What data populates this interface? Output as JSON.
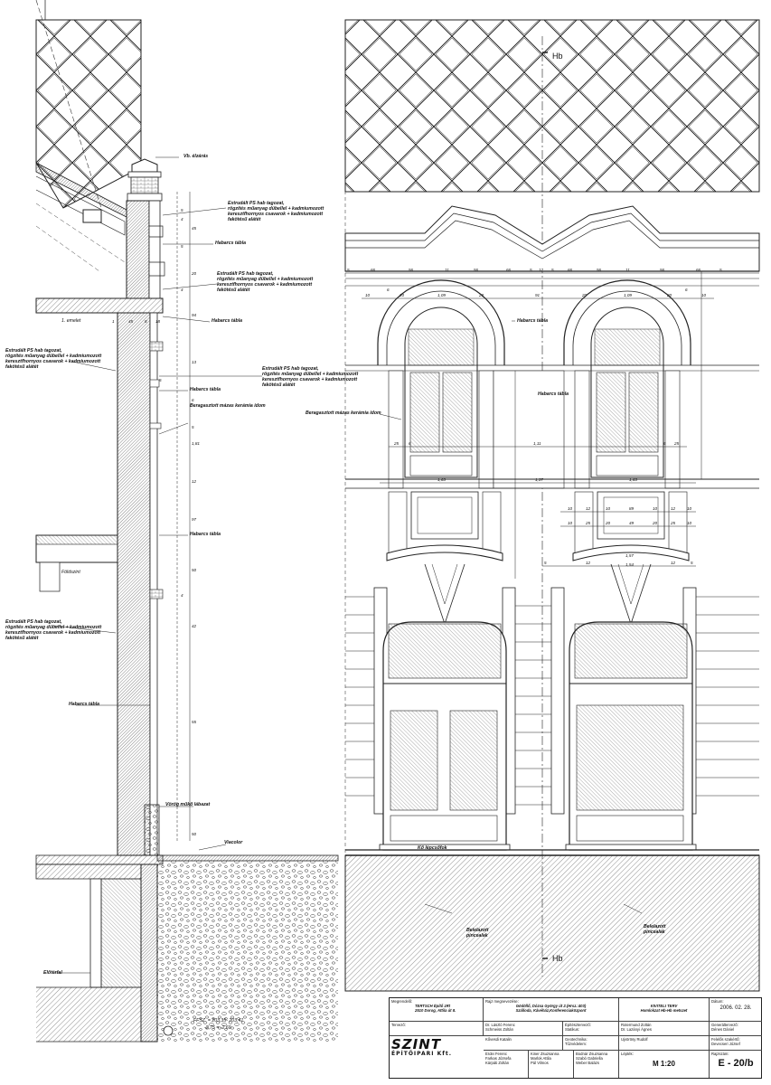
{
  "section_labels": {
    "vb_ozaras": "Vb. élzárás",
    "extrudalt_1": "Extrudált PS hab tagozat,\nrögzítés műanyag dübellel + kadmiumozott\nkeresztfhornyos csavarok + kadmiumozott\nfakötésű alátét",
    "habarcs_1": "Habarcs tábla",
    "extrudalt_2": "Extrudált PS hab tagozat,\nrögzítés műanyag dübellel + kadmiumozott\nkeresztfhornyos csavarok + kadmiumozott\nfakötésű alátét",
    "habarcs_2": "Habarcs tábla",
    "emelet": "1. emelet",
    "extrudalt_left": "Extrudált PS hab tagozat,\nrögzítés műanyag dübellel + kadmiumozott\nkeresztfhornyos csavarok + kadmiumozott\nfakötésű alátét",
    "extrudalt_mid": "Extrudált PS hab tagozat,\nrögzítés műanyag dübellel + kadmiumozott\nkeresztfhornyos csavarok + kadmiumozott\nfakötésű alátét",
    "habarcs_3": "Habarcs tábla",
    "beragasztott": "Beragasztott mázas kerámia idom",
    "habarcs_4": "Habarcs tábla",
    "foldszint": "Földszint",
    "extrudalt_left2": "Extrudált PS hab tagozat,\nrögzítés műanyag dübellel + kadmiumozott\nkeresztfhornyos csavarok + kadmiumozott\nfakötésű alátét",
    "habarcs_5": "Habarcs tábla",
    "vorog_mulo": "Vörög műkő lábazat",
    "viacolor": "Viacolor",
    "eloterfal": "Előtérfal",
    "ffsz": "FFSZ. = 203,35- 203,41",
    "ffsz_2": "-2,75 = -2,69"
  },
  "elevation_labels": {
    "hb_top": "Hb",
    "hb_bottom": "Hb",
    "habarcs_a": "Habarcs tábla",
    "habarcs_b": "Habarcs tábla",
    "beragasztott_e": "Beragasztott mázas kerámia idom",
    "ko_lepcso": "Kő lépcsőfok",
    "belelazott_1": "Belelazott\npincealak",
    "belelazott_2": "Belelazott\npincealak"
  },
  "dimensions": {
    "row1": [
      "5",
      "66",
      "56",
      "11",
      "56",
      "66",
      "5",
      "12",
      "5",
      "66",
      "56",
      "11",
      "56",
      "66",
      "5"
    ],
    "row2": [
      "10",
      "6",
      "20",
      "1,09",
      "20",
      "91",
      "20",
      "1,09",
      "20",
      "6",
      "10"
    ],
    "row3": [
      "25",
      "6",
      "1,11",
      "6",
      "25"
    ],
    "row4": [
      "1,63",
      "1,37",
      "1,63"
    ],
    "row5": [
      "10",
      "12",
      "10",
      "89",
      "10",
      "12",
      "10"
    ],
    "row6": [
      "10",
      "25",
      "20",
      "49",
      "20",
      "25",
      "10"
    ],
    "row7": [
      "5",
      "12",
      "1,57",
      "1,54",
      "12",
      "5"
    ],
    "vert": [
      "5",
      "4",
      "45",
      "20",
      "5",
      "5",
      "4",
      "94",
      "13",
      "6",
      "5",
      "1,81",
      "12",
      "97",
      "50",
      "4",
      "42",
      "55",
      "50"
    ],
    "floor": [
      "1",
      "45",
      "8",
      "18"
    ]
  },
  "title_block": {
    "megrendelo_label": "Megrendelő:",
    "megrendelo_name": "TERTSCH Építő zRt",
    "megrendelo_addr": "2510 Dorog, Attila út 8.",
    "rajz_label": "Rajz megnevezése:",
    "project_1": "Gödöllő, Dózsa György út 2.(Hrsz.:403)",
    "project_2": "Szálloda, Kávéház,Konferenciaközpont",
    "plan_type": "KIVITELI TERV",
    "plan_sub": "Homlokzat Hb-Hb metszet",
    "datum_label": "Dátum:",
    "datum": "2006. 02. 28.",
    "tervezo_label": "Tervező:",
    "epitesz": "Építésztervező:",
    "epitesz_name": "Dr. László Ferenc",
    "gen_label": "Generáltervező:",
    "gen_name": "Dénes Dániel",
    "people_1": "Schmeiss Zoltán",
    "people_2": "Kővesdi Katalin",
    "statikus_label": "Statikus:",
    "statikus_name": "Rotermund Zoltán",
    "geotech_label": "Geotechnika:",
    "geotech_name": "Dr. Lazányi Ágnes",
    "tuzvedelem_label": "Tűzvédelem:",
    "tuzvedelem_name": "Ujvörösy Rudolf",
    "kozremukodo": "Felelős szakértő:",
    "koz_name": "Devecseri József",
    "logo_1": "SZINT",
    "logo_2": "ÉPÍTŐIPARI Kft.",
    "team_1": "Erdei Ferenc",
    "team_2": "Farkas Józsefa",
    "team_3": "Kárpáti Zoltán",
    "team_4": "Kiner Zsuzsanna",
    "team_5": "Marlok Attila",
    "team_6": "Pál Vilmos",
    "team_7": "Bodnár Zsuzsanna",
    "team_8": "Szabó Gabriella",
    "team_9": "Weber Balázs",
    "lepték_label": "Lépték:",
    "scale": "M 1:20",
    "rajzszam_label": "Rajzszám:",
    "drawing_no": "E - 20/b"
  }
}
